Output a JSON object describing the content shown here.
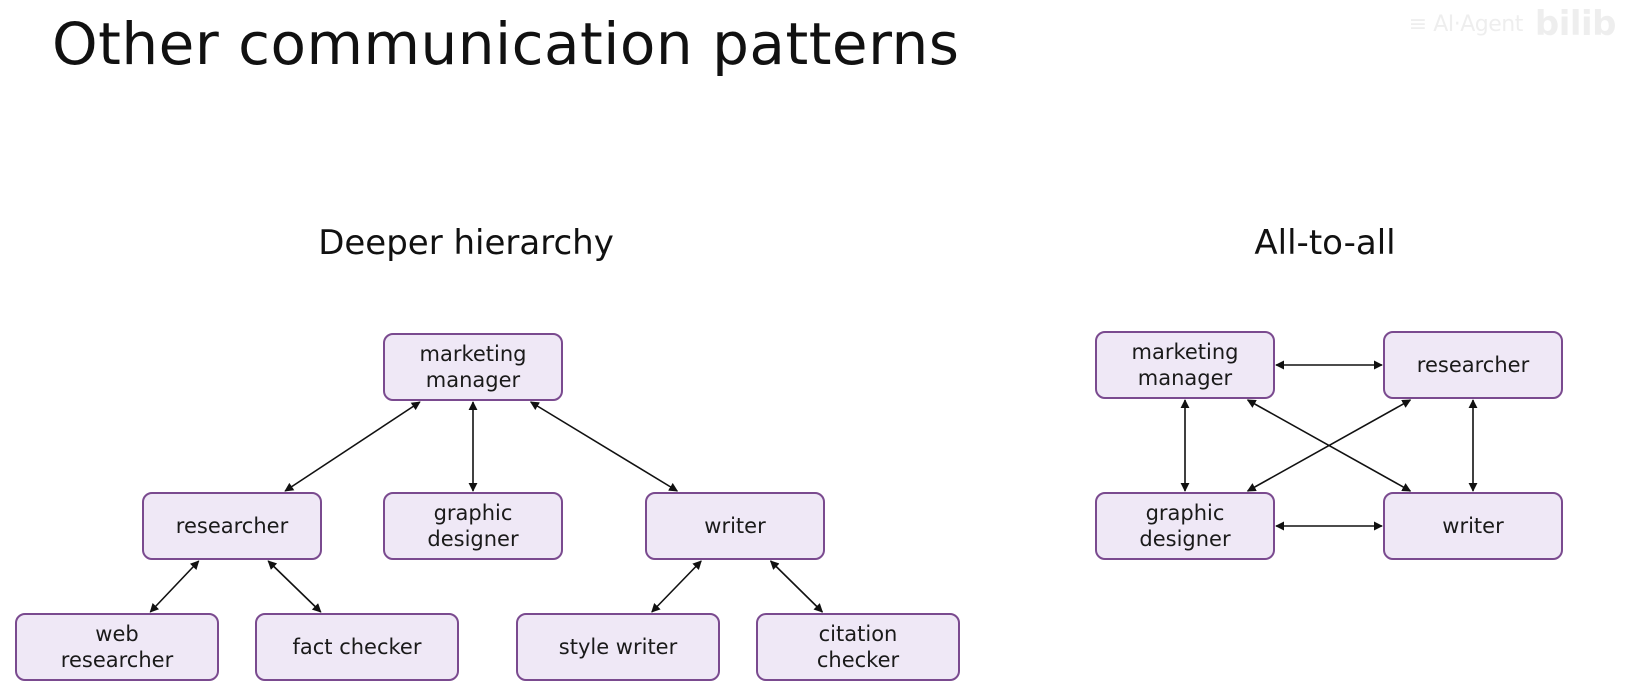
{
  "title": "Other communication patterns",
  "watermark": "≡ AI·Agent",
  "watermark_logo": "bilib",
  "colors": {
    "node_fill": "#efe8f6",
    "node_border": "#7a4a8f",
    "edge": "#111111",
    "text": "#111111"
  },
  "diagrams": [
    {
      "id": "deeper-hierarchy",
      "title": "Deeper hierarchy",
      "nodes": [
        {
          "id": "marketing-manager",
          "lines": [
            "marketing",
            "manager"
          ]
        },
        {
          "id": "researcher",
          "lines": [
            "researcher"
          ]
        },
        {
          "id": "graphic-designer",
          "lines": [
            "graphic",
            "designer"
          ]
        },
        {
          "id": "writer",
          "lines": [
            "writer"
          ]
        },
        {
          "id": "web-researcher",
          "lines": [
            "web",
            "researcher"
          ]
        },
        {
          "id": "fact-checker",
          "lines": [
            "fact checker"
          ]
        },
        {
          "id": "style-writer",
          "lines": [
            "style writer"
          ]
        },
        {
          "id": "citation-checker",
          "lines": [
            "citation",
            "checker"
          ]
        }
      ],
      "edges": [
        {
          "from": "marketing-manager",
          "to": "researcher",
          "direction": "both"
        },
        {
          "from": "marketing-manager",
          "to": "graphic-designer",
          "direction": "both"
        },
        {
          "from": "marketing-manager",
          "to": "writer",
          "direction": "both"
        },
        {
          "from": "researcher",
          "to": "web-researcher",
          "direction": "both"
        },
        {
          "from": "researcher",
          "to": "fact-checker",
          "direction": "both"
        },
        {
          "from": "writer",
          "to": "style-writer",
          "direction": "both"
        },
        {
          "from": "writer",
          "to": "citation-checker",
          "direction": "both"
        }
      ]
    },
    {
      "id": "all-to-all",
      "title": "All-to-all",
      "nodes": [
        {
          "id": "marketing-manager",
          "lines": [
            "marketing",
            "manager"
          ]
        },
        {
          "id": "researcher",
          "lines": [
            "researcher"
          ]
        },
        {
          "id": "graphic-designer",
          "lines": [
            "graphic",
            "designer"
          ]
        },
        {
          "id": "writer",
          "lines": [
            "writer"
          ]
        }
      ],
      "edges": [
        {
          "from": "marketing-manager",
          "to": "researcher",
          "direction": "both"
        },
        {
          "from": "marketing-manager",
          "to": "graphic-designer",
          "direction": "both"
        },
        {
          "from": "marketing-manager",
          "to": "writer",
          "direction": "both"
        },
        {
          "from": "researcher",
          "to": "graphic-designer",
          "direction": "both"
        },
        {
          "from": "researcher",
          "to": "writer",
          "direction": "both"
        },
        {
          "from": "graphic-designer",
          "to": "writer",
          "direction": "both"
        }
      ]
    }
  ]
}
